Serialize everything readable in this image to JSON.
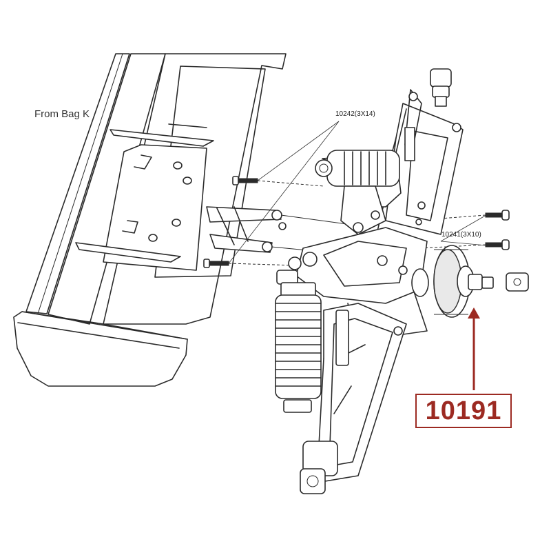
{
  "labels": {
    "source_bag": "From Bag K",
    "screw_a": "10242(3X14)",
    "screw_b": "10241(3X10)",
    "part_number": "10191"
  },
  "colors": {
    "line": "#2a2a2a",
    "callout": "#9c2a22",
    "background": "#ffffff"
  }
}
